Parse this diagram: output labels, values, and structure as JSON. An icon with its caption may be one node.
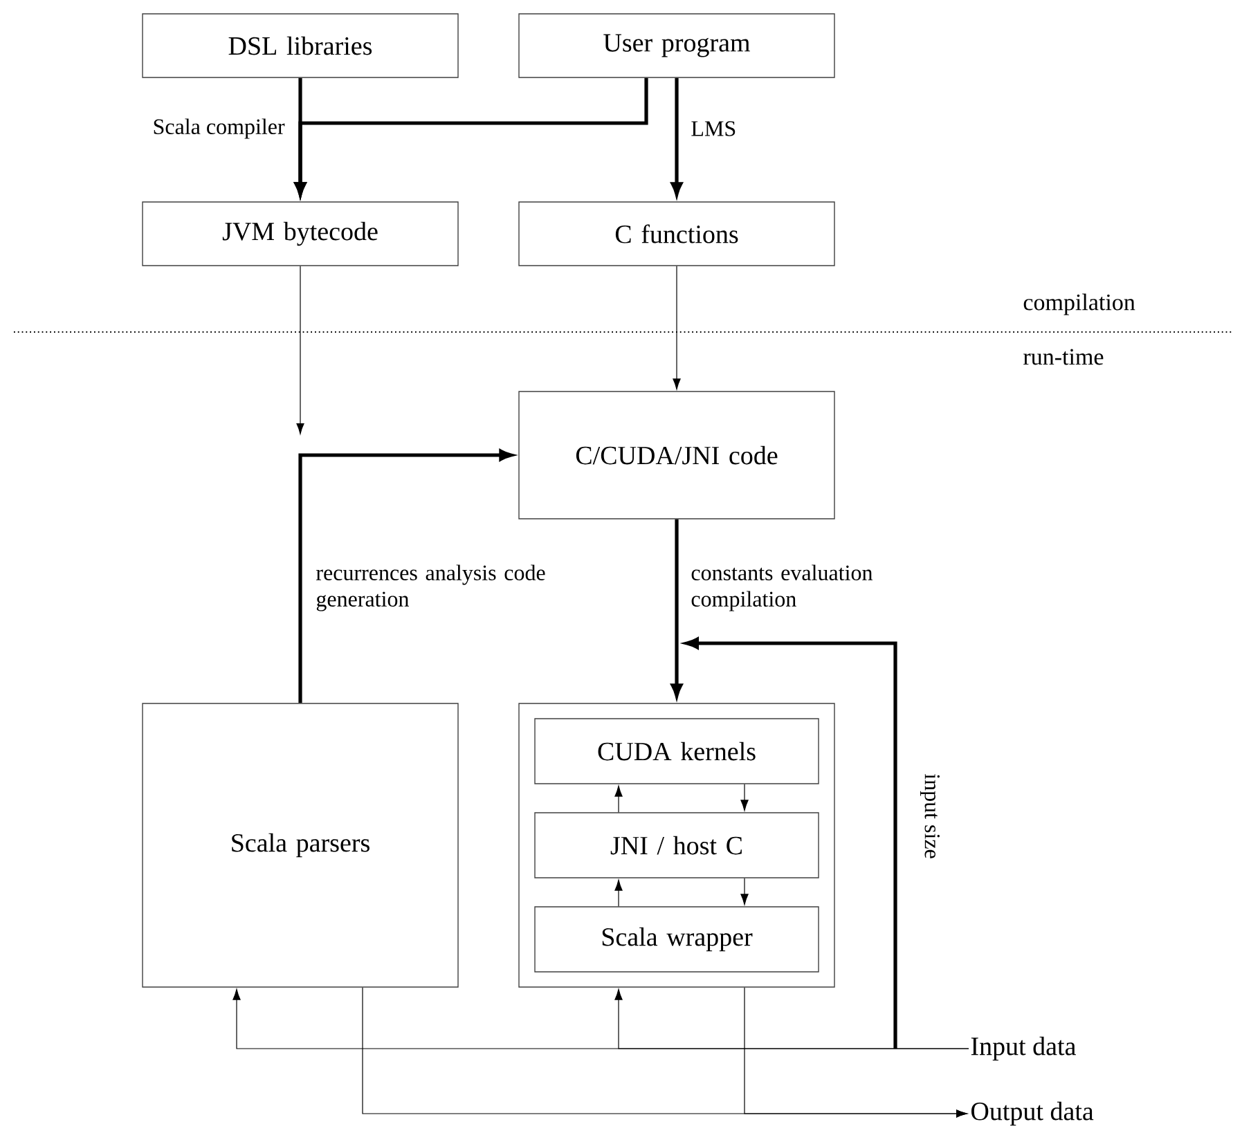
{
  "diagram": {
    "nodes": [
      {
        "text": [
          "DSL libraries"
        ]
      },
      {
        "text": [
          "User program"
        ]
      },
      {
        "text": [
          "JVM bytecode"
        ]
      },
      {
        "text": [
          "C functions"
        ]
      },
      {
        "text": [
          "C/CUDA/JNI code"
        ]
      },
      {
        "text": [
          "Scala parsers"
        ]
      },
      {
        "text": [],
        "shape": "box"
      },
      {
        "text": [
          "CUDA kernels"
        ],
        "in": 6
      },
      {
        "text": [
          "JNI / host C"
        ],
        "in": 6
      },
      {
        "text": [
          "Scala wrapper"
        ],
        "in": 6
      },
      {
        "text": [
          "Input data"
        ]
      },
      {
        "text": [
          "Output data"
        ]
      }
    ],
    "edges": [
      {
        "from": 0,
        "to": 2,
        "arrow": "to",
        "style": "thick",
        "label": "Scala compiler"
      },
      {
        "from": 1,
        "to": 2,
        "arrow": "to",
        "style": "thick"
      },
      {
        "from": 1,
        "to": 3,
        "arrow": "to",
        "style": "thick",
        "label": "LMS"
      },
      {
        "from": 2,
        "to": null,
        "arrow": "to"
      },
      {
        "from": 3,
        "to": 4,
        "arrow": "to"
      },
      {
        "from": 5,
        "to": 4,
        "arrow": "to",
        "style": "thick",
        "label": "recurrences analysis code generation"
      },
      {
        "from": 4,
        "to": 6,
        "arrow": "to",
        "style": "thick",
        "label": "constants evaluation compilation"
      },
      {
        "from": 10,
        "to": null,
        "arrow": "to",
        "style": "thick",
        "label": "input size"
      },
      {
        "from": 10,
        "to": 5,
        "arrow": "to"
      },
      {
        "from": 10,
        "to": 6,
        "arrow": "to"
      },
      {
        "from": 5,
        "to": 11,
        "arrow": "to"
      },
      {
        "from": 6,
        "to": 11,
        "arrow": "to"
      },
      {
        "from": 8,
        "to": 7,
        "arrow": "to"
      },
      {
        "from": 7,
        "to": 8,
        "arrow": "to"
      },
      {
        "from": 9,
        "to": 8,
        "arrow": "to"
      },
      {
        "from": 8,
        "to": 9,
        "arrow": "to"
      }
    ],
    "labels": [
      "compilation",
      "run-time"
    ]
  }
}
